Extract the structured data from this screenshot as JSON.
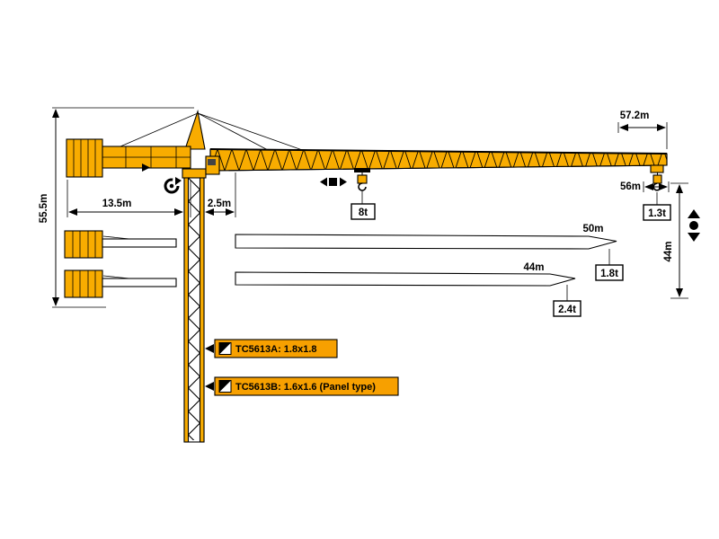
{
  "diagram": {
    "model_series": "TC5613",
    "dimensions": {
      "jib_length": "57.2m",
      "tower_height": "55.5m",
      "counter_jib_radius": "13.5m",
      "rear_offset": "2.5m",
      "tip_working_radius": "56m",
      "lift_height": "44m"
    },
    "capacities": {
      "mid_span_load": "8t",
      "tip_load_56m": "1.3t",
      "tip_load_50m": "1.8t",
      "tip_load_44m": "2.4t"
    },
    "jib_options": {
      "jib_50": "50m",
      "jib_44": "44m"
    },
    "mast_sections": {
      "a": "TC5613A: 1.8x1.8",
      "b": "TC5613B: 1.6x1.6 (Panel type)"
    }
  },
  "icons": {
    "slewing": "rotation-icon",
    "trolley": "trolley-travel-icon",
    "hoist": "hoist-direction-icon",
    "section": "mast-section-icon"
  },
  "colors": {
    "crane_yellow": "#F8AC00",
    "label_orange": "#F7A000",
    "line_black": "#000000",
    "background": "#FFFFFF"
  }
}
